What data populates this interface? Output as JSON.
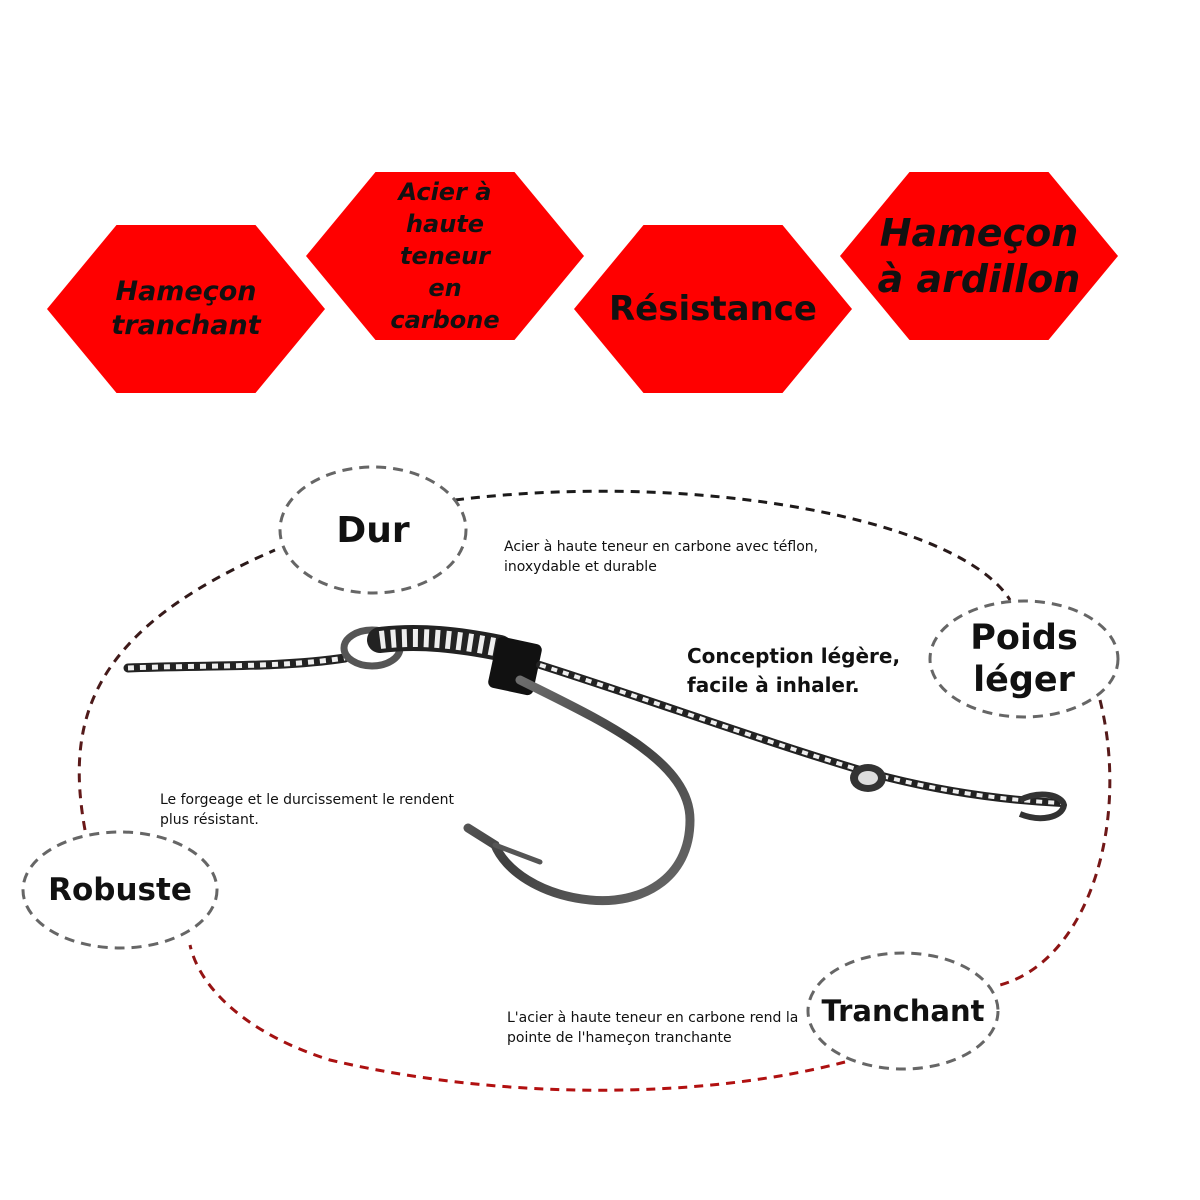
{
  "colors": {
    "hexagon_fill": "#ff0000",
    "dash_dark": "#222222",
    "dash_red": "#b31010",
    "bubble_stroke": "#666666"
  },
  "hexagons": [
    {
      "label": "Hameçon tranchant"
    },
    {
      "label": "Acier à haute teneur en carbone"
    },
    {
      "label": "Résistance"
    },
    {
      "label": "Hameçon à ardillon"
    }
  ],
  "features": {
    "dur": {
      "title": "Dur",
      "description": "Acier à haute teneur en carbone avec téflon, inoxydable et durable"
    },
    "poids": {
      "title": "Poids léger",
      "description": "Conception légère, facile à inhaler."
    },
    "robuste": {
      "title": "Robuste",
      "description": "Le forgeage et le durcissement le rendent plus résistant."
    },
    "tranchant": {
      "title": "Tranchant",
      "description": "L'acier à haute teneur en carbone rend la pointe de l'hameçon tranchante"
    }
  },
  "image": {
    "subject": "fishing-hook-with-braided-line"
  }
}
